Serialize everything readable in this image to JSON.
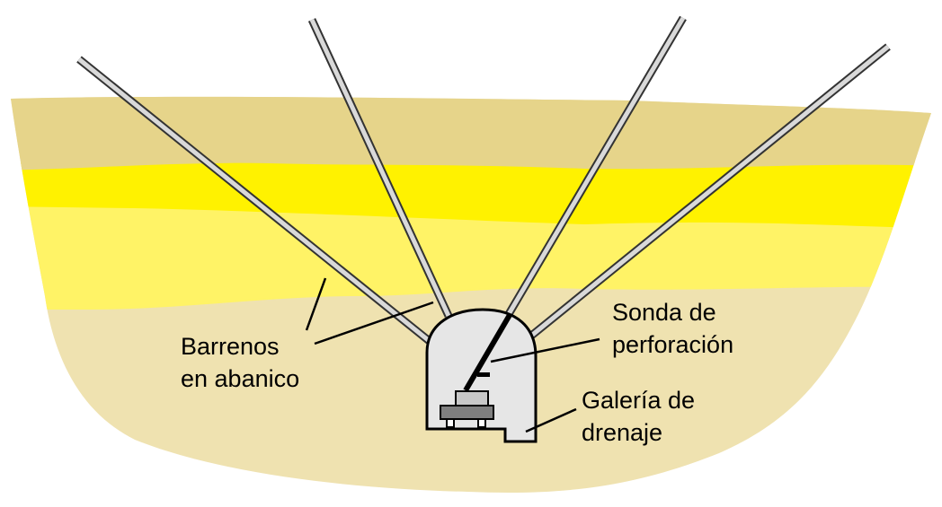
{
  "labels": {
    "boreholes": [
      "Barrenos",
      "en abanico"
    ],
    "drill": [
      "Sonda de",
      "perforación"
    ],
    "gallery": [
      "Galería de",
      "drenaje"
    ]
  },
  "colors": {
    "top_layer": "#e6d48a",
    "ore_bright": "#fff200",
    "ore_light": "#fff366",
    "host_rock": "#efe2b0",
    "gallery": "#e6e6e6",
    "rod": "#d9d9d9"
  }
}
